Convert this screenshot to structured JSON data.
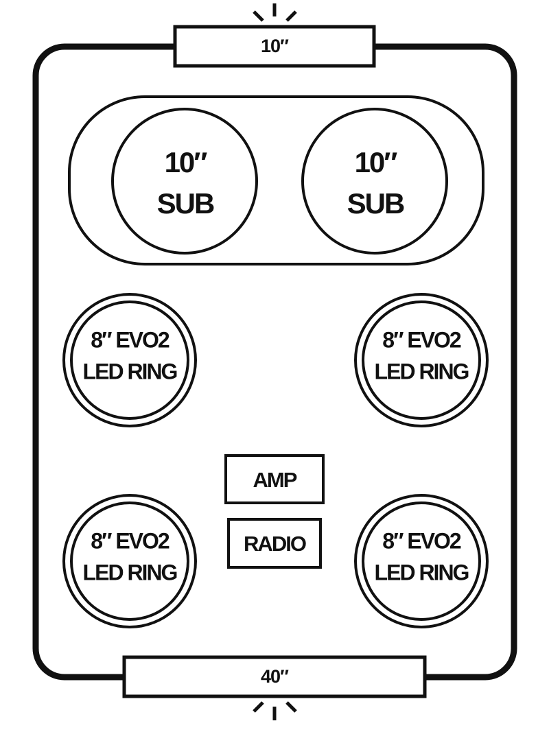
{
  "colors": {
    "stroke": "#111111",
    "background": "#ffffff"
  },
  "top_bar": {
    "label": "10″",
    "icon": "light-burst-icon"
  },
  "bottom_bar": {
    "label": "40″",
    "icon": "light-burst-icon"
  },
  "subwoofers": [
    {
      "size": "10″",
      "label": "SUB"
    },
    {
      "size": "10″",
      "label": "SUB"
    }
  ],
  "led_rings": [
    {
      "line1": "8″ EVO2",
      "line2": "LED RING"
    },
    {
      "line1": "8″ EVO2",
      "line2": "LED RING"
    },
    {
      "line1": "8″ EVO2",
      "line2": "LED RING"
    },
    {
      "line1": "8″ EVO2",
      "line2": "LED RING"
    }
  ],
  "amp": {
    "label": "AMP"
  },
  "radio": {
    "label": "RADIO"
  }
}
